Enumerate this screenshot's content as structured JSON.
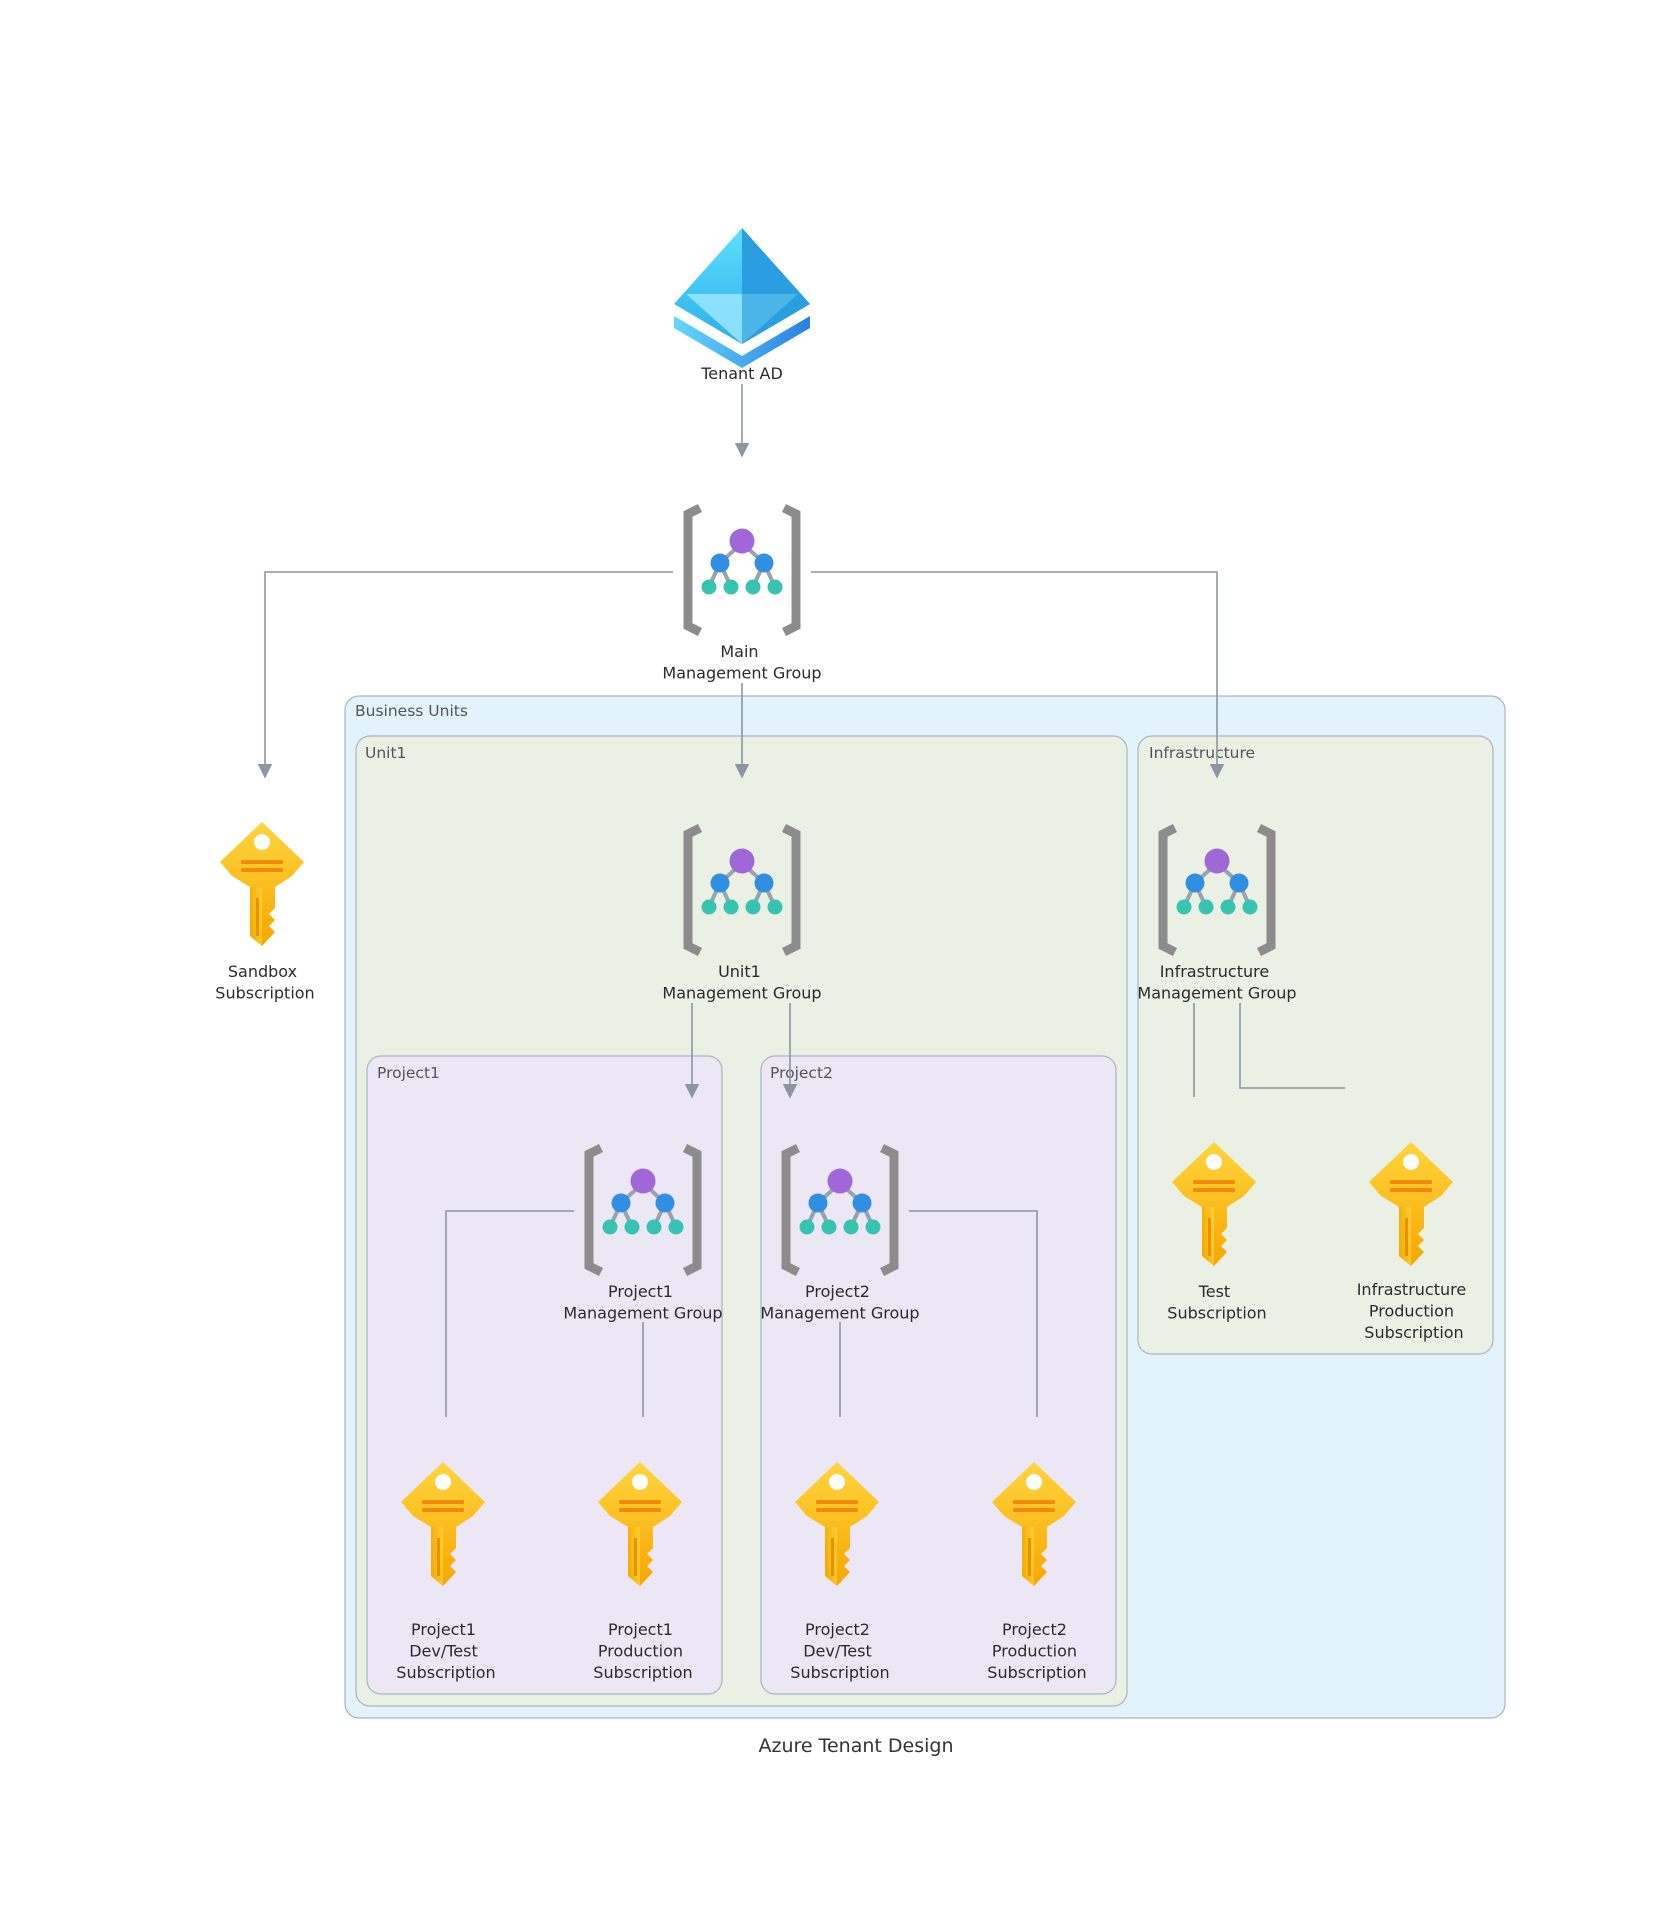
{
  "title": "Azure Tenant Design",
  "colors": {
    "business_units_fill": "#e3f3fb",
    "unit_fill": "#eaf0e4",
    "project_fill": "#ebe7f5",
    "cluster_border": "#a8b5c1",
    "edge": "#8b96a3",
    "key_gold": "#fcc419",
    "ad_blue": "#35c8f5",
    "mg_purple": "#a067d8",
    "mg_blue": "#2f8fe0",
    "mg_teal": "#35c4b1",
    "bracket_gray": "#8c8c8c"
  },
  "clusters": {
    "business_units": "Business Units",
    "unit1": "Unit1",
    "infrastructure": "Infrastructure",
    "project1": "Project1",
    "project2": "Project2"
  },
  "nodes": {
    "tenant_ad": {
      "icon": "azure-ad-icon",
      "lines": [
        "Tenant AD"
      ]
    },
    "main_mg": {
      "icon": "management-group-icon",
      "lines": [
        "Main",
        "Management Group"
      ]
    },
    "sandbox_sub": {
      "icon": "subscription-key-icon",
      "lines": [
        "Sandbox",
        "Subscription"
      ]
    },
    "unit1_mg": {
      "icon": "management-group-icon",
      "lines": [
        "Unit1",
        "Management Group"
      ]
    },
    "infra_mg": {
      "icon": "management-group-icon",
      "lines": [
        "Infrastructure",
        "Management Group"
      ]
    },
    "project1_mg": {
      "icon": "management-group-icon",
      "lines": [
        "Project1",
        "Management Group"
      ]
    },
    "project2_mg": {
      "icon": "management-group-icon",
      "lines": [
        "Project2",
        "Management Group"
      ]
    },
    "test_sub": {
      "icon": "subscription-key-icon",
      "lines": [
        "Test",
        "Subscription"
      ]
    },
    "infra_prod_sub": {
      "icon": "subscription-key-icon",
      "lines": [
        "Infrastructure",
        "Production",
        "Subscription"
      ]
    },
    "p1_devtest_sub": {
      "icon": "subscription-key-icon",
      "lines": [
        "Project1",
        "Dev/Test",
        "Subscription"
      ]
    },
    "p1_prod_sub": {
      "icon": "subscription-key-icon",
      "lines": [
        "Project1",
        "Production",
        "Subscription"
      ]
    },
    "p2_devtest_sub": {
      "icon": "subscription-key-icon",
      "lines": [
        "Project2",
        "Dev/Test",
        "Subscription"
      ]
    },
    "p2_prod_sub": {
      "icon": "subscription-key-icon",
      "lines": [
        "Project2",
        "Production",
        "Subscription"
      ]
    }
  },
  "edges": [
    {
      "from": "tenant_ad",
      "to": "main_mg",
      "arrow": true
    },
    {
      "from": "main_mg",
      "to": "sandbox_sub",
      "arrow": true
    },
    {
      "from": "main_mg",
      "to": "unit1_mg",
      "arrow": true
    },
    {
      "from": "main_mg",
      "to": "infra_mg",
      "arrow": true
    },
    {
      "from": "unit1_mg",
      "to": "project1_mg",
      "arrow": true
    },
    {
      "from": "unit1_mg",
      "to": "project2_mg",
      "arrow": true
    },
    {
      "from": "infra_mg",
      "to": "test_sub",
      "arrow": false
    },
    {
      "from": "infra_mg",
      "to": "infra_prod_sub",
      "arrow": false
    },
    {
      "from": "project1_mg",
      "to": "p1_devtest_sub",
      "arrow": false
    },
    {
      "from": "project1_mg",
      "to": "p1_prod_sub",
      "arrow": false
    },
    {
      "from": "project2_mg",
      "to": "p2_devtest_sub",
      "arrow": false
    },
    {
      "from": "project2_mg",
      "to": "p2_prod_sub",
      "arrow": false
    }
  ]
}
